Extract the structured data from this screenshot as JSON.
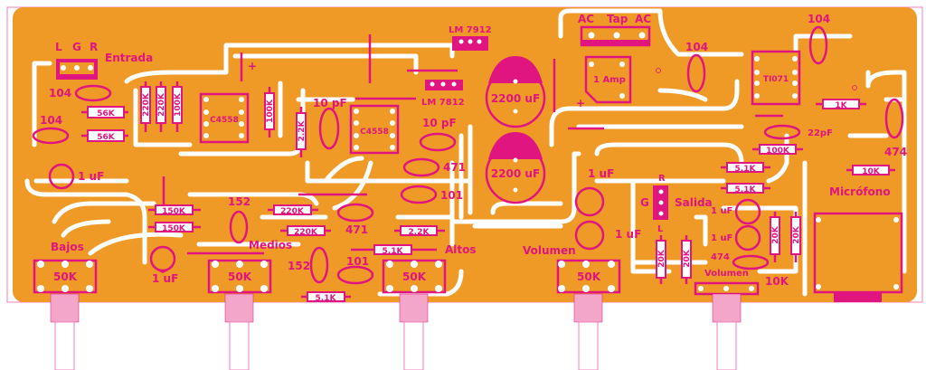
{
  "board": {
    "copper_color": "#EF9A26",
    "silk_color": "#E0157F"
  },
  "input": {
    "pins": [
      "L",
      "G",
      "R"
    ],
    "label": "Entrada"
  },
  "regulators": {
    "positive": "LM 7812",
    "negative": "LM 7912"
  },
  "transformer": {
    "pins": [
      "AC",
      "Tap",
      "AC"
    ]
  },
  "bridge": {
    "label": "1 Amp"
  },
  "ics": {
    "opamp1": "C4558",
    "opamp2": "C4558",
    "opamp3": "TI071"
  },
  "capacitors": {
    "c104_a": "104",
    "c104_b": "104",
    "c104_c": "104",
    "c104_d": "104",
    "c1uf_in": "1 uF",
    "c10pf_a": "10 pF",
    "c10pf_b": "10 pF",
    "c471_a": "471",
    "c471_b": "471",
    "c101_a": "101",
    "c101_b": "101",
    "c152_a": "152",
    "c152_b": "152",
    "c1uf_bass": "1 uF",
    "c2200_a": "2200 uF",
    "c2200_b": "2200 uF",
    "c1uf_vol_a": "1 uF",
    "c1uf_vol_b": "1 uF",
    "c22pf": "22pF",
    "c474_a": "474",
    "c474_b": "474",
    "c1uf_mic_a": "1 uF",
    "c1uf_mic_b": "1 uF"
  },
  "resistors": {
    "r56k_a": "56K",
    "r56k_b": "56K",
    "r220k_a": "220K",
    "r220k_b": "220K",
    "r100k_a": "100K",
    "r100k_b": "100K",
    "r2k2_a": "2.2K",
    "r150k_a": "150K",
    "r150k_b": "150K",
    "r220k_c": "220K",
    "r220k_d": "220K",
    "r2k2_b": "2.2K",
    "r5k1_a": "5.1K",
    "r5k1_b": "5.1K",
    "r1k": "1K",
    "r100k_c": "100K",
    "r5k1_c": "5.1K",
    "r5k1_d": "5.1K",
    "r10k": "10K",
    "r20k_a": "20K",
    "r20k_b": "20K",
    "r20k_c": "20K",
    "r20k_d": "20K"
  },
  "pots": {
    "bass": {
      "label": "Bajos",
      "value": "50K"
    },
    "mid": {
      "label": "Medios",
      "value": "50K"
    },
    "treble": {
      "label": "Altos",
      "value": "50K"
    },
    "volume": {
      "label": "Volumen",
      "value": "50K"
    },
    "mic_volume": {
      "label": "Volumen",
      "value": "10K"
    }
  },
  "output": {
    "label": "Salida",
    "pins": [
      "R",
      "G",
      "L"
    ]
  },
  "mic": {
    "label": "Micrófono"
  },
  "polarity": {
    "plus_a": "+",
    "plus_b": "+"
  }
}
